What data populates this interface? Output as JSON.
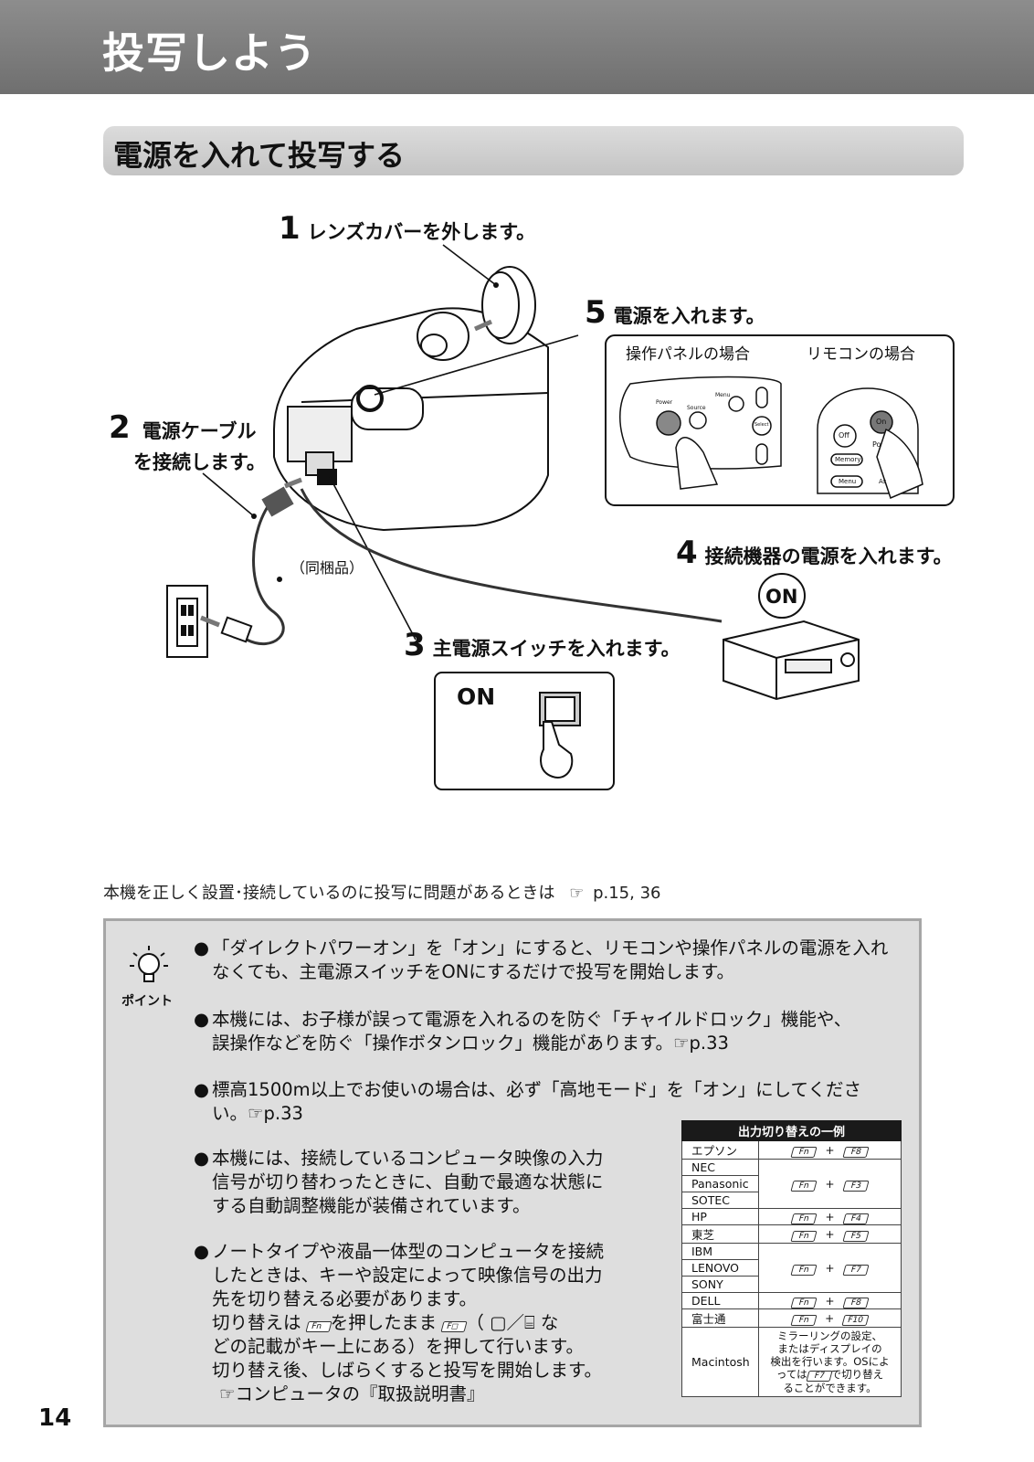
{
  "header": {
    "title": "投写しよう"
  },
  "section": {
    "title": "電源を入れて投写する"
  },
  "steps": {
    "s1": {
      "num": "1",
      "text": "レンズカバーを外します。"
    },
    "s2": {
      "num": "2",
      "text_line1": "電源ケーブル",
      "text_line2": "を接続します。"
    },
    "s3": {
      "num": "3",
      "text": "主電源スイッチを入れます。"
    },
    "s4": {
      "num": "4",
      "text": "接続機器の電源を入れます。"
    },
    "s5": {
      "num": "5",
      "text": "電源を入れます。"
    }
  },
  "illustration": {
    "panel_label": "操作パネルの場合",
    "remote_label": "リモコンの場合",
    "bundled": "（同梱品）",
    "on_badge": "ON",
    "switch_on": "ON",
    "panel_power": "Power",
    "panel_source": "Source",
    "panel_menu": "Menu",
    "panel_select": "Select",
    "remote_off": "Off",
    "remote_on": "On",
    "remote_memory": "Memory",
    "remote_menu": "Menu",
    "remote_po": "Po",
    "remote_as": "As"
  },
  "reference": {
    "text": "本機を正しく設置･接続しているのに投写に問題があるときは",
    "pages": "p.15, 36"
  },
  "point": {
    "label": "ポイント",
    "bullets": [
      {
        "line1": "「ダイレクトパワーオン」を「オン」にすると、リモコンや操作パネルの電源を入れ",
        "line2": "なくても、主電源スイッチをONにするだけで投写を開始します。"
      },
      {
        "line1": "本機には、お子様が誤って電源を入れるのを防ぐ「チャイルドロック」機能や、",
        "line2": "誤操作などを防ぐ「操作ボタンロック」機能があります。",
        "ref": "p.33"
      },
      {
        "line1": "標高1500m以上でお使いの場合は、必ず「高地モード」を「オン」にしてくださ",
        "line2": "い。",
        "ref": "p.33"
      },
      {
        "line1": "本機には、接続しているコンピュータ映像の入力",
        "line2": "信号が切り替わったときに、自動で最適な状態に",
        "line3": "する自動調整機能が装備されています。"
      },
      {
        "line1": "ノートタイプや液晶一体型のコンピュータを接続",
        "line2": "したときは、キーや設定によって映像信号の出力",
        "line3": "先を切り替える必要があります。",
        "line4a": "切り替えは",
        "line4b": "を押したまま",
        "line4c": "（",
        "line4d": "／",
        "line4e": "な",
        "line5": "どの記載がキー上にある）を押して行います。",
        "line6": "切り替え後、しばらくすると投写を開始します。",
        "line7": "コンピュータの『取扱説明書』"
      }
    ]
  },
  "table": {
    "title": "出力切り替えの一例",
    "rows": [
      {
        "maker": "エプソン",
        "key1": "Fn",
        "key2": "F8"
      },
      {
        "maker": "NEC",
        "key1": "",
        "key2": ""
      },
      {
        "maker": "Panasonic",
        "key1": "Fn",
        "key2": "F3"
      },
      {
        "maker": "SOTEC",
        "key1": "",
        "key2": ""
      },
      {
        "maker": "HP",
        "key1": "Fn",
        "key2": "F4"
      },
      {
        "maker": "東芝",
        "key1": "Fn",
        "key2": "F5"
      },
      {
        "maker": "IBM",
        "key1": "",
        "key2": ""
      },
      {
        "maker": "LENOVO",
        "key1": "Fn",
        "key2": "F7"
      },
      {
        "maker": "SONY",
        "key1": "",
        "key2": ""
      },
      {
        "maker": "DELL",
        "key1": "Fn",
        "key2": "F8"
      },
      {
        "maker": "富士通",
        "key1": "Fn",
        "key2": "F10"
      }
    ],
    "mac": {
      "maker": "Macintosh",
      "l1": "ミラーリングの設定、",
      "l2": "またはディスプレイの",
      "l3": "検出を行います。OSによ",
      "l4a": "っては",
      "l4key": "F7",
      "l4b": "で切り替え",
      "l5": "ることができます。"
    },
    "plus": "+"
  },
  "keys": {
    "fn": "Fn",
    "f_lcd": "F◻"
  },
  "page_number": "14"
}
